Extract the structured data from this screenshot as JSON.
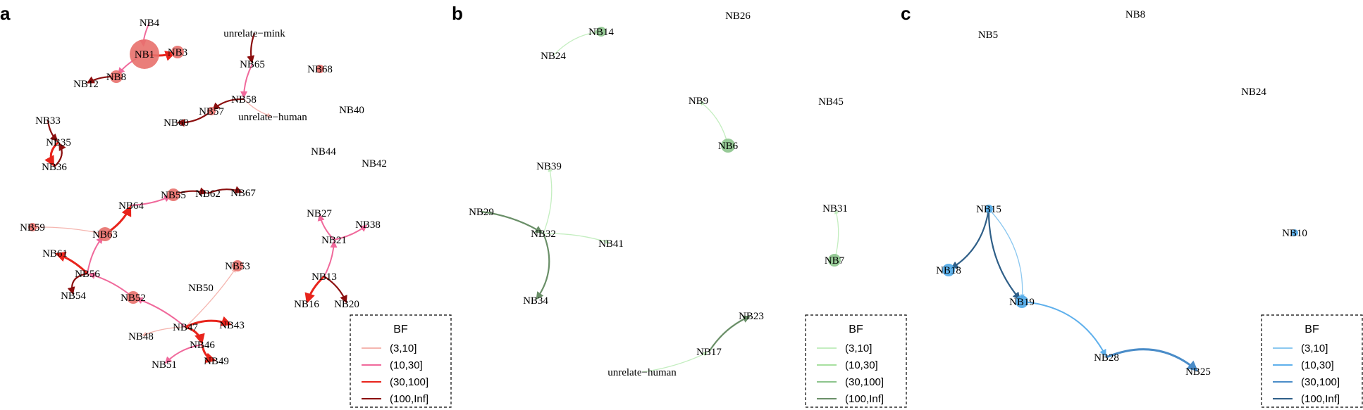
{
  "colors": {
    "red": {
      "node": "#e8706b",
      "bins": [
        "#f5b6b0",
        "#f0699b",
        "#e8241c",
        "#8b0e0e"
      ]
    },
    "green": {
      "node": "#8cc48c",
      "bins": [
        "#c4eec0",
        "#a8e0a0",
        "#8cc48c",
        "#6a8f68"
      ]
    },
    "blue": {
      "node": "#4ea9e8",
      "bins": [
        "#8cc8f0",
        "#5fb0ec",
        "#4a8cc8",
        "#2f5f88"
      ]
    }
  },
  "panels": [
    {
      "letter": "a",
      "color": "red",
      "legend": {
        "title": "BF",
        "items": [
          "(3,10]",
          "(10,30]",
          "(30,100]",
          "(100,Inf]"
        ]
      },
      "nodes": [
        {
          "id": "NB1",
          "label": "NB1",
          "r": 21
        },
        {
          "id": "NB3",
          "label": "NB3",
          "r": 9
        },
        {
          "id": "NB4",
          "label": "NB4",
          "r": 0
        },
        {
          "id": "NB8",
          "label": "NB8",
          "r": 9
        },
        {
          "id": "NB12",
          "label": "NB12",
          "r": 0
        },
        {
          "id": "unrelate-mink",
          "label": "unrelate−mink",
          "r": 0
        },
        {
          "id": "NB65",
          "label": "NB65",
          "r": 0
        },
        {
          "id": "NB68",
          "label": "NB68",
          "r": 6
        },
        {
          "id": "NB58",
          "label": "NB58",
          "r": 0
        },
        {
          "id": "NB57",
          "label": "NB57",
          "r": 6
        },
        {
          "id": "NB60",
          "label": "NB60",
          "r": 0
        },
        {
          "id": "unrelate-human",
          "label": "unrelate−human",
          "r": 0
        },
        {
          "id": "NB40",
          "label": "NB40",
          "r": 0
        },
        {
          "id": "NB33",
          "label": "NB33",
          "r": 0
        },
        {
          "id": "NB35",
          "label": "NB35",
          "r": 0
        },
        {
          "id": "NB36",
          "label": "NB36",
          "r": 0
        },
        {
          "id": "NB44",
          "label": "NB44",
          "r": 0
        },
        {
          "id": "NB42",
          "label": "NB42",
          "r": 0
        },
        {
          "id": "NB55",
          "label": "NB55",
          "r": 9
        },
        {
          "id": "NB62",
          "label": "NB62",
          "r": 0
        },
        {
          "id": "NB67",
          "label": "NB67",
          "r": 0
        },
        {
          "id": "NB64",
          "label": "NB64",
          "r": 0
        },
        {
          "id": "NB59",
          "label": "NB59",
          "r": 6
        },
        {
          "id": "NB63",
          "label": "NB63",
          "r": 10
        },
        {
          "id": "NB61",
          "label": "NB61",
          "r": 0
        },
        {
          "id": "NB56",
          "label": "NB56",
          "r": 0
        },
        {
          "id": "NB54",
          "label": "NB54",
          "r": 0
        },
        {
          "id": "NB52",
          "label": "NB52",
          "r": 9
        },
        {
          "id": "NB53",
          "label": "NB53",
          "r": 8
        },
        {
          "id": "NB50",
          "label": "NB50",
          "r": 0
        },
        {
          "id": "NB47",
          "label": "NB47",
          "r": 0
        },
        {
          "id": "NB43",
          "label": "NB43",
          "r": 0
        },
        {
          "id": "NB48",
          "label": "NB48",
          "r": 0
        },
        {
          "id": "NB46",
          "label": "NB46",
          "r": 0
        },
        {
          "id": "NB51",
          "label": "NB51",
          "r": 0
        },
        {
          "id": "NB49",
          "label": "NB49",
          "r": 0
        },
        {
          "id": "NB27",
          "label": "NB27",
          "r": 0
        },
        {
          "id": "NB38",
          "label": "NB38",
          "r": 0
        },
        {
          "id": "NB21",
          "label": "NB21",
          "r": 0
        },
        {
          "id": "NB13",
          "label": "NB13",
          "r": 0
        },
        {
          "id": "NB16",
          "label": "NB16",
          "r": 0
        },
        {
          "id": "NB20",
          "label": "NB20",
          "r": 0
        }
      ],
      "edges": [
        {
          "from": "NB4",
          "to": "NB1",
          "bin": 1
        },
        {
          "from": "NB1",
          "to": "NB3",
          "bin": 2
        },
        {
          "from": "NB1",
          "to": "NB8",
          "bin": 1
        },
        {
          "from": "NB8",
          "to": "NB12",
          "bin": 3
        },
        {
          "from": "unrelate-mink",
          "to": "NB65",
          "bin": 3
        },
        {
          "from": "NB65",
          "to": "NB58",
          "bin": 1
        },
        {
          "from": "NB58",
          "to": "unrelate-human",
          "bin": 0
        },
        {
          "from": "NB58",
          "to": "NB57",
          "bin": 3
        },
        {
          "from": "NB57",
          "to": "NB60",
          "bin": 3
        },
        {
          "from": "NB33",
          "to": "NB35",
          "bin": 3
        },
        {
          "from": "NB35",
          "to": "NB36",
          "bin": 2
        },
        {
          "from": "NB36",
          "to": "NB35",
          "bin": 3
        },
        {
          "from": "NB64",
          "to": "NB55",
          "bin": 1
        },
        {
          "from": "NB55",
          "to": "NB62",
          "bin": 3
        },
        {
          "from": "NB62",
          "to": "NB67",
          "bin": 3
        },
        {
          "from": "NB63",
          "to": "NB64",
          "bin": 2
        },
        {
          "from": "NB56",
          "to": "NB63",
          "bin": 1
        },
        {
          "from": "NB63",
          "to": "NB59",
          "bin": 0
        },
        {
          "from": "NB56",
          "to": "NB61",
          "bin": 2
        },
        {
          "from": "NB56",
          "to": "NB54",
          "bin": 3
        },
        {
          "from": "NB52",
          "to": "NB56",
          "bin": 1
        },
        {
          "from": "NB47",
          "to": "NB52",
          "bin": 1
        },
        {
          "from": "NB47",
          "to": "NB53",
          "bin": 0
        },
        {
          "from": "NB47",
          "to": "NB43",
          "bin": 2
        },
        {
          "from": "NB47",
          "to": "NB46",
          "bin": 2
        },
        {
          "from": "NB47",
          "to": "NB48",
          "bin": 0
        },
        {
          "from": "NB46",
          "to": "NB51",
          "bin": 1
        },
        {
          "from": "NB46",
          "to": "NB49",
          "bin": 2
        },
        {
          "from": "NB21",
          "to": "NB27",
          "bin": 1
        },
        {
          "from": "NB21",
          "to": "NB38",
          "bin": 1
        },
        {
          "from": "NB13",
          "to": "NB21",
          "bin": 1
        },
        {
          "from": "NB13",
          "to": "NB16",
          "bin": 2
        },
        {
          "from": "NB13",
          "to": "NB20",
          "bin": 3
        }
      ]
    },
    {
      "letter": "b",
      "color": "green",
      "legend": {
        "title": "BF",
        "items": [
          "(3,10]",
          "(10,30]",
          "(30,100]",
          "(100,Inf]"
        ]
      },
      "nodes": [
        {
          "id": "NB14",
          "label": "NB14",
          "r": 7
        },
        {
          "id": "NB24",
          "label": "NB24",
          "r": 0
        },
        {
          "id": "NB26",
          "label": "NB26",
          "r": 0
        },
        {
          "id": "NB9",
          "label": "NB9",
          "r": 0
        },
        {
          "id": "NB45",
          "label": "NB45",
          "r": 0
        },
        {
          "id": "NB6",
          "label": "NB6",
          "r": 10
        },
        {
          "id": "NB39",
          "label": "NB39",
          "r": 0
        },
        {
          "id": "NB29",
          "label": "NB29",
          "r": 0
        },
        {
          "id": "NB32",
          "label": "NB32",
          "r": 0
        },
        {
          "id": "NB41",
          "label": "NB41",
          "r": 0
        },
        {
          "id": "NB31",
          "label": "NB31",
          "r": 0
        },
        {
          "id": "NB7",
          "label": "NB7",
          "r": 9
        },
        {
          "id": "NB34",
          "label": "NB34",
          "r": 0
        },
        {
          "id": "NB23",
          "label": "NB23",
          "r": 0
        },
        {
          "id": "NB17",
          "label": "NB17",
          "r": 0
        },
        {
          "id": "unrelate-human",
          "label": "unrelate−human",
          "r": 0
        }
      ],
      "edges": [
        {
          "from": "NB24",
          "to": "NB14",
          "bin": 0
        },
        {
          "from": "NB6",
          "to": "NB9",
          "bin": 0
        },
        {
          "from": "NB32",
          "to": "NB39",
          "bin": 0
        },
        {
          "from": "NB29",
          "to": "NB32",
          "bin": 3
        },
        {
          "from": "NB32",
          "to": "NB41",
          "bin": 0
        },
        {
          "from": "NB32",
          "to": "NB34",
          "bin": 3
        },
        {
          "from": "NB7",
          "to": "NB31",
          "bin": 0
        },
        {
          "from": "NB17",
          "to": "NB23",
          "bin": 3
        },
        {
          "from": "unrelate-human",
          "to": "NB17",
          "bin": 0
        }
      ]
    },
    {
      "letter": "c",
      "color": "blue",
      "legend": {
        "title": "BF",
        "items": [
          "(3,10]",
          "(10,30]",
          "(30,100]",
          "(100,Inf]"
        ]
      },
      "nodes": [
        {
          "id": "NB8",
          "label": "NB8",
          "r": 0
        },
        {
          "id": "NB5",
          "label": "NB5",
          "r": 0
        },
        {
          "id": "NB24",
          "label": "NB24",
          "r": 0
        },
        {
          "id": "NB15",
          "label": "NB15",
          "r": 6
        },
        {
          "id": "NB10",
          "label": "NB10",
          "r": 5
        },
        {
          "id": "NB18",
          "label": "NB18",
          "r": 9
        },
        {
          "id": "NB19",
          "label": "NB19",
          "r": 9
        },
        {
          "id": "NB28",
          "label": "NB28",
          "r": 0
        },
        {
          "id": "NB25",
          "label": "NB25",
          "r": 0
        }
      ],
      "edges": [
        {
          "from": "NB15",
          "to": "NB18",
          "bin": 3
        },
        {
          "from": "NB15",
          "to": "NB19",
          "bin": 0
        },
        {
          "from": "NB15",
          "to": "NB19",
          "bin": 3,
          "alt": true
        },
        {
          "from": "NB19",
          "to": "NB28",
          "bin": 1
        },
        {
          "from": "NB28",
          "to": "NB25",
          "bin": 2
        }
      ]
    }
  ]
}
